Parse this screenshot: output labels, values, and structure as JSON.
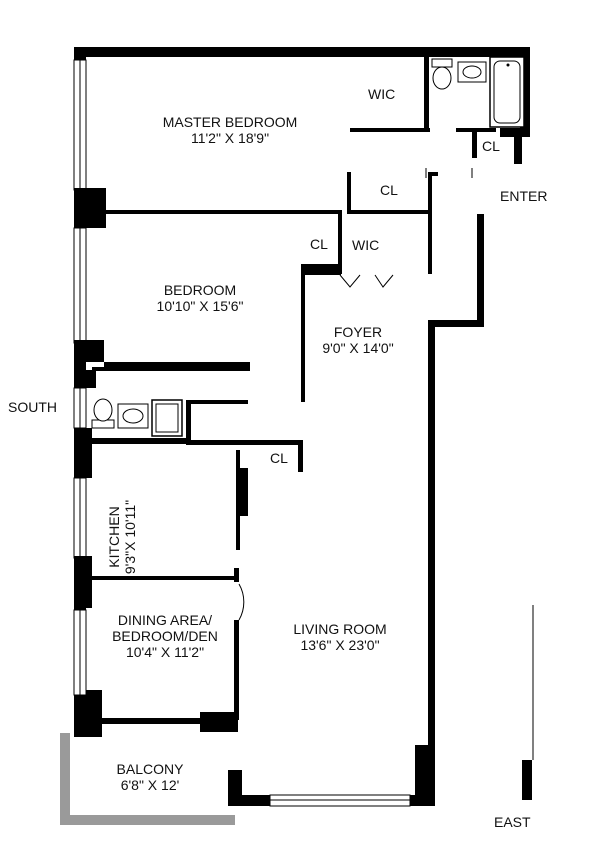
{
  "rooms": {
    "master_bedroom": {
      "name": "MASTER BEDROOM",
      "size": "11'2\" X 18'9\""
    },
    "bedroom": {
      "name": "BEDROOM",
      "size": "10'10\" X 15'6\""
    },
    "foyer": {
      "name": "FOYER",
      "size": "9'0\" X 14'0\""
    },
    "kitchen": {
      "name": "KITCHEN",
      "size": "9'3\"X 10'11\""
    },
    "dining": {
      "name_line1": "DINING AREA/",
      "name_line2": "BEDROOM/DEN",
      "size": "10'4\" X 11'2\""
    },
    "living_room": {
      "name": "LIVING ROOM",
      "size": "13'6\" X 23'0\""
    },
    "balcony": {
      "name": "BALCONY",
      "size": "6'8\" X 12'"
    }
  },
  "closets": {
    "wic_master": "WIC",
    "cl_bath": "CL",
    "cl_hall": "CL",
    "cl_bedroom": "CL",
    "wic_bedroom": "WIC",
    "cl_living": "CL"
  },
  "labels": {
    "enter": "ENTER",
    "south": "SOUTH",
    "east": "EAST"
  }
}
